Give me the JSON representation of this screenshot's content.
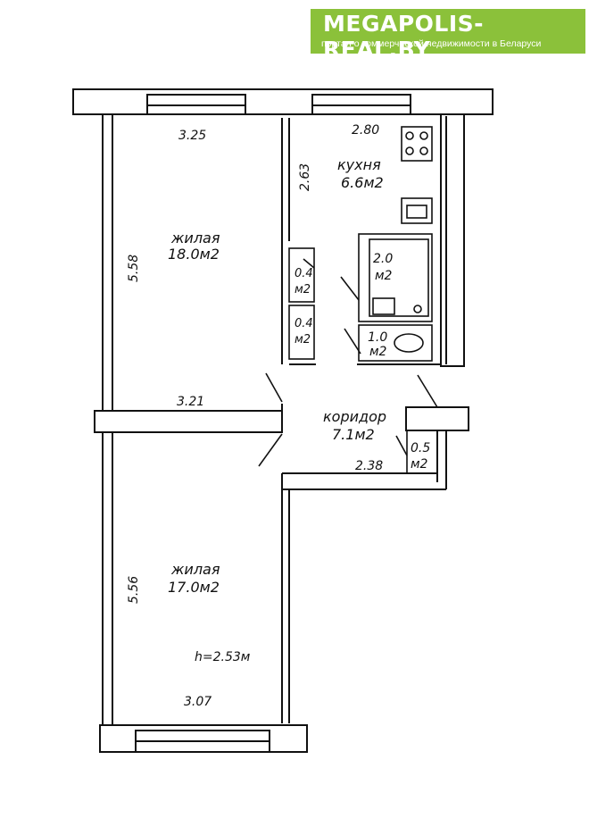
{
  "banner": {
    "brand": "MEGAPOLIS-REAL.BY",
    "tagline": "портал о коммерческой недвижимости в Беларуси"
  },
  "plan": {
    "rooms": {
      "living_top": {
        "name": "жилая",
        "area": "18.0м2"
      },
      "kitchen": {
        "name": "кухня",
        "area": "6.6м2"
      },
      "corridor": {
        "name": "коридор",
        "area": "7.1м2"
      },
      "living_bottom": {
        "name": "жилая",
        "area": "17.0м2"
      }
    },
    "small_areas": {
      "closet_1_value": "0.4",
      "closet_1_unit": "м2",
      "closet_2_value": "0.4",
      "closet_2_unit": "м2",
      "bath_value": "2.0",
      "bath_unit": "м2",
      "wc_value": "1.0",
      "wc_unit": "м2",
      "closet_3_value": "0.5",
      "closet_3_unit": "м2"
    },
    "dimensions": {
      "top_room_width": "3.25",
      "top_room_height": "5.58",
      "top_room_bottom": "3.21",
      "kitchen_width": "2.80",
      "kitchen_height": "2.63",
      "corridor_width": "2.38",
      "bottom_room_height": "5.56",
      "bottom_room_width": "3.07"
    },
    "ceiling_height": "h=2.53м"
  }
}
